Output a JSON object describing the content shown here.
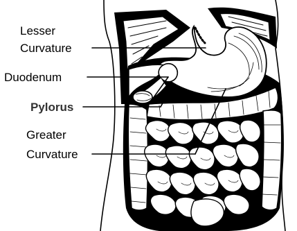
{
  "labels": {
    "lesser_line1": "Lesser",
    "lesser_line2": "Curvature",
    "duodenum": "Duodenum",
    "pylorus": "Pylorus",
    "greater_line1": "Greater",
    "greater_line2": "Curvature"
  },
  "colors": {
    "ink": "#000000",
    "background": "#ffffff",
    "pylorus_label": "#333333"
  }
}
